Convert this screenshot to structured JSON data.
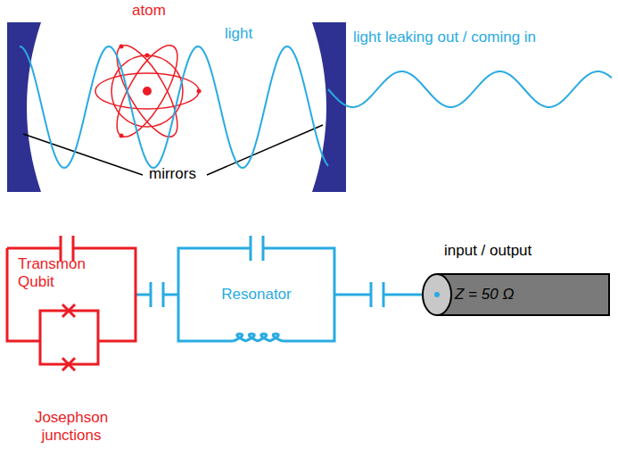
{
  "diagram": {
    "nodes": [
      {
        "text": [
          "Transmon Qubit"
        ]
      },
      {
        "text": [
          "Resonator"
        ]
      },
      {
        "text": [
          "Z = 50 Ω"
        ]
      }
    ],
    "edges": [
      {
        "from": 0,
        "to": 1,
        "arrow": "none"
      },
      {
        "from": 1,
        "to": 2,
        "arrow": "none"
      }
    ],
    "labels": [
      "atom",
      "light",
      "light leaking out / coming in",
      "mirrors",
      "Josephson junctions",
      "input / output"
    ]
  }
}
